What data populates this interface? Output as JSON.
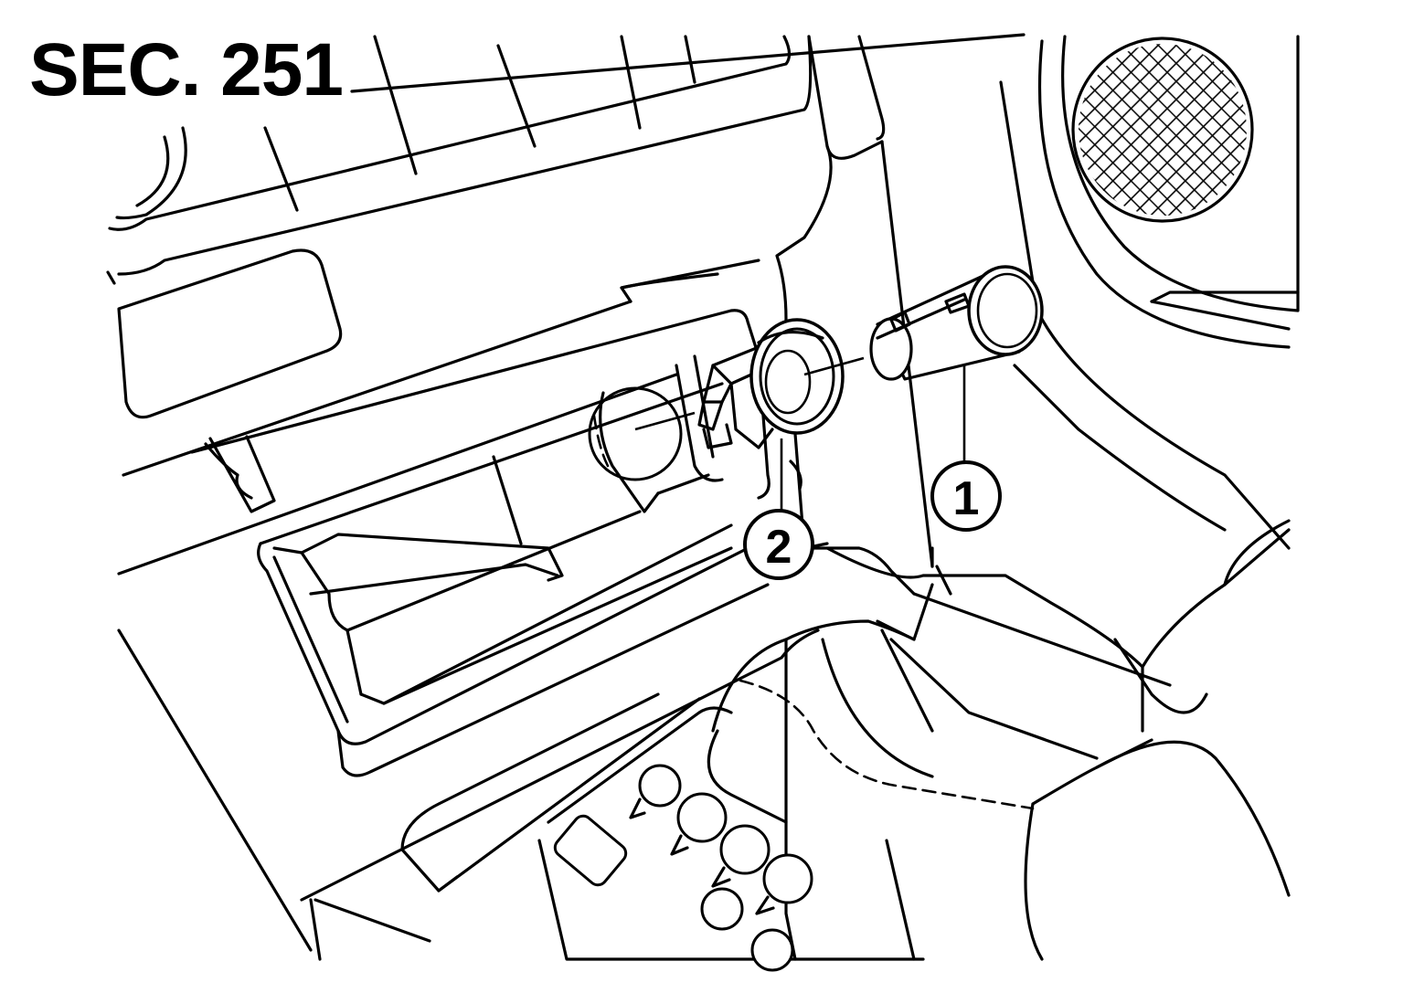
{
  "section_label": "SEC. 251",
  "callouts": [
    {
      "id": "1",
      "label": "1"
    },
    {
      "id": "2",
      "label": "2"
    }
  ],
  "colors": {
    "ink": "#000000",
    "paper": "#ffffff"
  }
}
